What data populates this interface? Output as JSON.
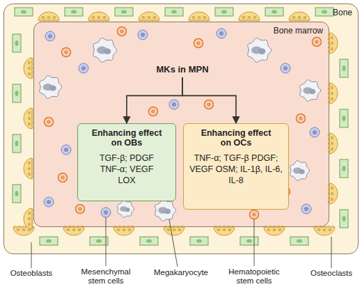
{
  "diagram": {
    "nodes": [
      {
        "text": [
          "Bone"
        ]
      },
      {
        "text": [
          "Bone marrow"
        ],
        "in": 0
      },
      {
        "text": [
          "MKs in MPN"
        ],
        "in": 1
      },
      {
        "text": [
          "Enhancing effect on OBs",
          "TGF-β; PDGF TNF-α; VEGF LOX"
        ],
        "in": 1
      },
      {
        "text": [
          "Enhancing effect on OCs",
          "TNF-α; TGF-β PDGF; VEGF OSM; IL-1β, IL-6, IL-8"
        ],
        "in": 1
      }
    ],
    "edges": [
      {
        "from": 2,
        "to": 3,
        "arrow": "to"
      },
      {
        "from": 2,
        "to": 4,
        "arrow": "to"
      }
    ],
    "labels": [
      "Osteoblasts",
      "Mesenchymal stem cells",
      "Megakaryocyte",
      "Hematopoietic stem cells",
      "Osteoclasts"
    ]
  }
}
